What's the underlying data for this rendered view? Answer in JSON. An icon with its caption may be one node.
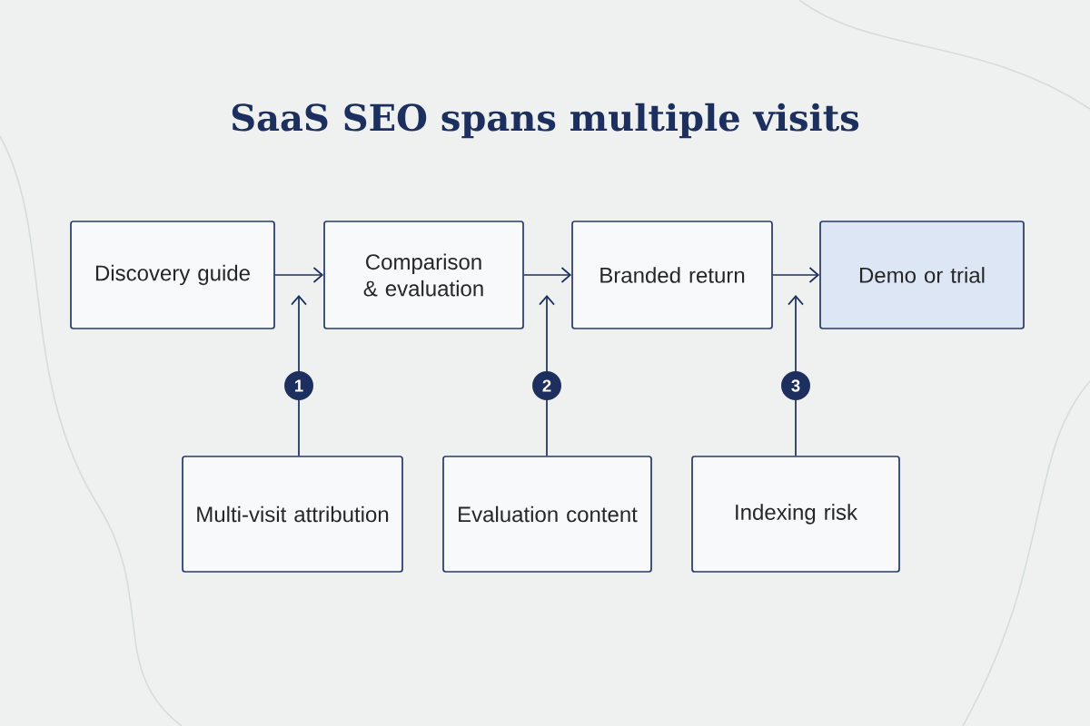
{
  "diagram": {
    "title": "SaaS SEO spans multiple visits",
    "nodes": [
      {
        "text": [
          "Discovery guide"
        ]
      },
      {
        "text": [
          "Comparison & evaluation"
        ]
      },
      {
        "text": [
          "Branded return"
        ]
      },
      {
        "text": [
          "Demo or trial"
        ]
      },
      {
        "text": [
          "Multi-visit attribution"
        ]
      },
      {
        "text": [
          "Evaluation content"
        ]
      },
      {
        "text": [
          "Indexing risk"
        ]
      }
    ],
    "edges": [
      {
        "from": 0,
        "to": 1,
        "arrow": "to"
      },
      {
        "from": 1,
        "to": 2,
        "arrow": "to"
      },
      {
        "from": 2,
        "to": 3,
        "arrow": "to"
      },
      {
        "from": 4,
        "to": null,
        "arrow": "to",
        "label": "1"
      },
      {
        "from": 5,
        "to": null,
        "arrow": "to",
        "label": "2"
      },
      {
        "from": 6,
        "to": null,
        "arrow": "to",
        "label": "3"
      }
    ]
  }
}
